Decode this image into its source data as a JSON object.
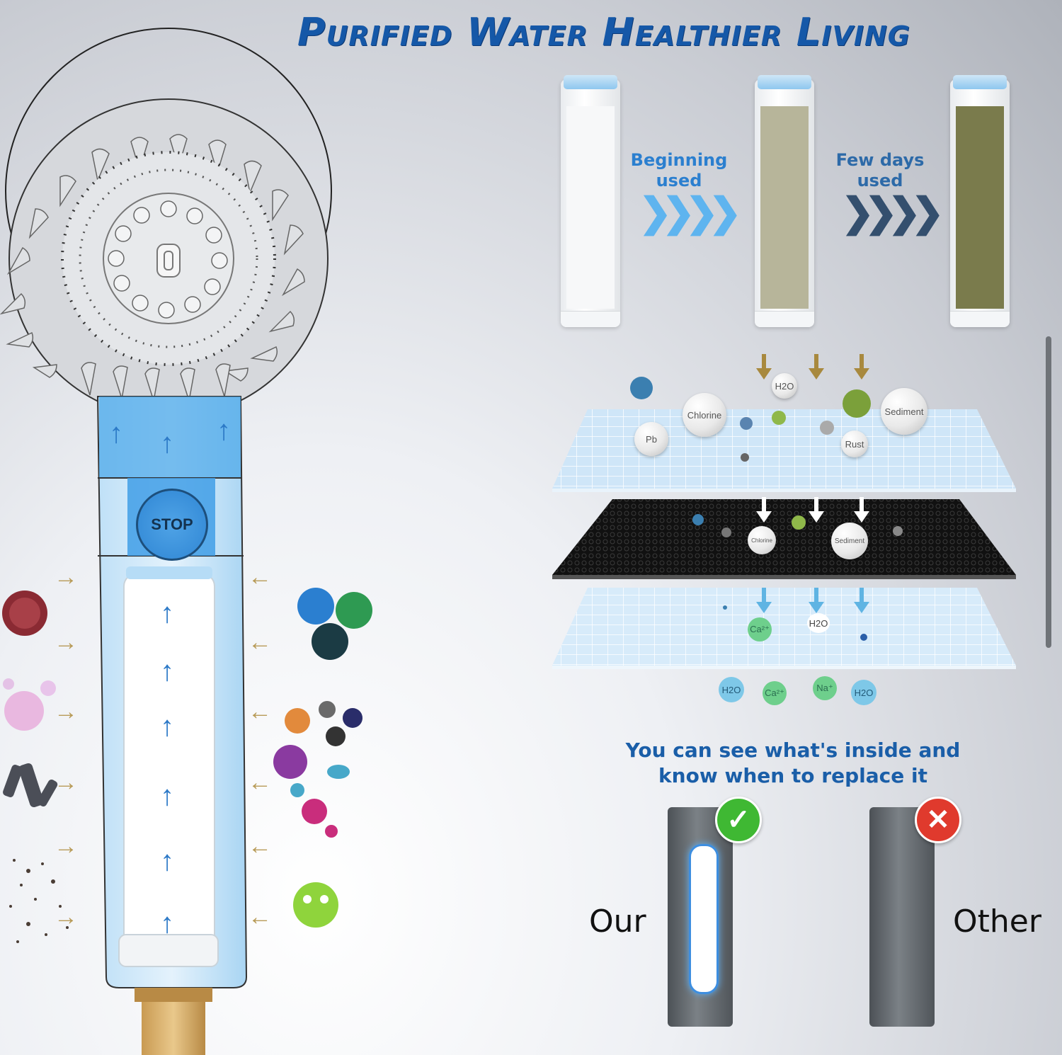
{
  "headline": "Purified Water Healthier Living",
  "stages": [
    {
      "label_line1": "Beginning",
      "label_line2": "used"
    },
    {
      "label_line1": "Few days",
      "label_line2": "used"
    }
  ],
  "cartridge_colors": [
    "#f7f8f9",
    "#b7b59a",
    "#7a7b4c"
  ],
  "layers": {
    "top_labels": [
      "H2O",
      "Chlorine",
      "Sediment",
      "Pb",
      "Rust"
    ],
    "middle_labels": [
      "Chlorine",
      "Sediment"
    ],
    "bottom_labels": [
      "Ca²⁺",
      "H2O"
    ],
    "output_ions": [
      "H2O",
      "Ca²⁺",
      "Na⁺",
      "H2O"
    ]
  },
  "shower": {
    "stop_label": "STOP"
  },
  "comparison": {
    "question_line1": "You can see what's inside and",
    "question_line2": "know when to replace it",
    "our_label": "Our",
    "other_label": "Other",
    "our_badge_icon": "check-icon",
    "other_badge_icon": "cross-icon"
  },
  "colors": {
    "headline": "#1558a8",
    "water": "#5fb4ec",
    "check": "#3fb833",
    "cross": "#e03a2d",
    "contaminant_arrow": "#b89b58"
  }
}
